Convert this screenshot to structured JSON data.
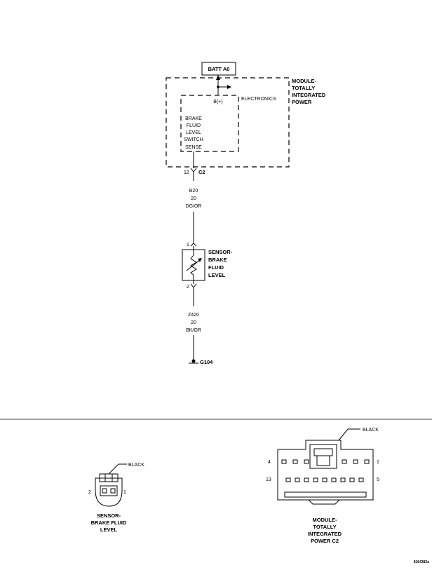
{
  "schematic": {
    "batt": "BATT A0",
    "module": [
      "MODULE-",
      "TOTALLY",
      "INTEGRATED",
      "POWER"
    ],
    "bplus": "B(+)",
    "electronics": "ELECTRONICS",
    "sense": [
      "BRAKE",
      "FLUID",
      "LEVEL",
      "SWITCH",
      "SENSE"
    ],
    "pin_12": "12",
    "conn_c2": "C2",
    "wire1": [
      "B20",
      "20",
      "DG/OR"
    ],
    "pin_1": "1",
    "sensor": [
      "SENSOR-",
      "BRAKE",
      "FLUID",
      "LEVEL"
    ],
    "pin_2": "2",
    "wire2": [
      "Z420",
      "20",
      "BK/OR"
    ],
    "ground": "G104"
  },
  "views": {
    "sensor_color": "BLACK",
    "sensor_pin_2": "2",
    "sensor_pin_1": "1",
    "sensor_caption": [
      "SENSOR-",
      "BRAKE FLUID",
      "LEVEL"
    ],
    "module_color": "BLACK",
    "pin_4": "4",
    "pin_1": "1",
    "pin_13": "13",
    "pin_5": "5",
    "module_caption": [
      "MODULE-",
      "TOTALLY",
      "INTEGRATED",
      "POWER C2"
    ]
  },
  "figure_id": "8164382a"
}
